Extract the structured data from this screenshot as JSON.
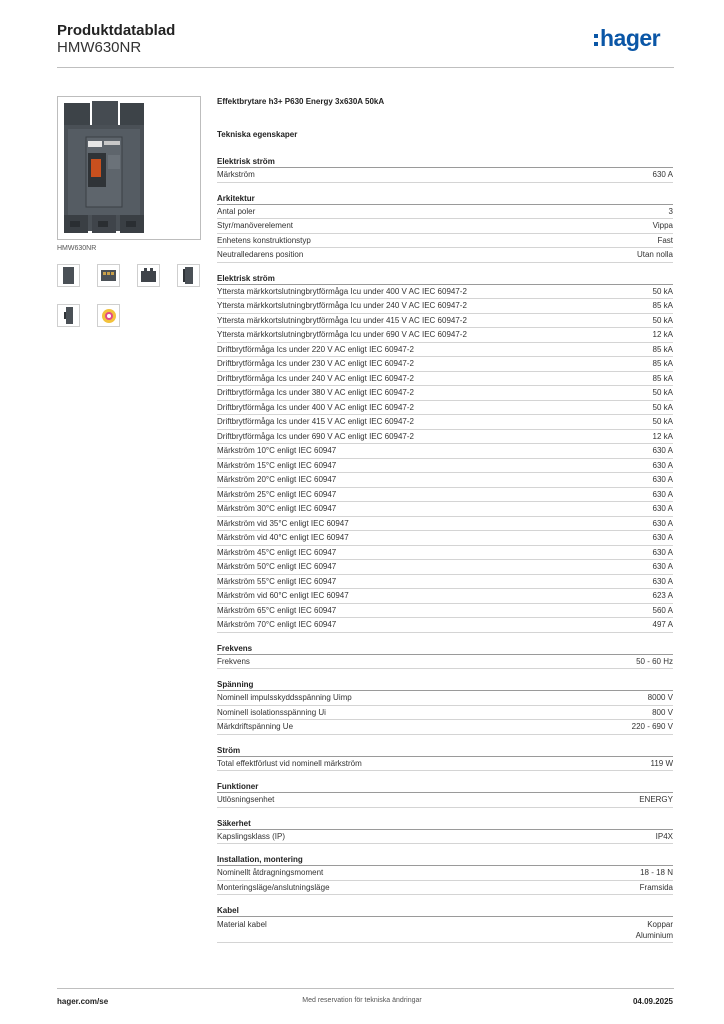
{
  "header": {
    "doc_type": "Produktdatablad",
    "product_code": "HMW630NR",
    "logo_text": "hager"
  },
  "image": {
    "caption": "HMW630NR",
    "thumbnails": [
      "front-view-icon",
      "terminal-view-icon",
      "rear-view-icon",
      "side-view-icon",
      "side-profile-icon",
      "energy-label-icon"
    ]
  },
  "product": {
    "description": "Effektbrytare h3+ P630 Energy 3x630A 50kA",
    "specs_title": "Tekniska egenskaper"
  },
  "sections": [
    {
      "title": "Elektrisk ström",
      "rows": [
        {
          "label": "Märkström",
          "value": "630 A"
        }
      ]
    },
    {
      "title": "Arkitektur",
      "rows": [
        {
          "label": "Antal poler",
          "value": "3"
        },
        {
          "label": "Styr/manöverelement",
          "value": "Vippa"
        },
        {
          "label": "Enhetens konstruktionstyp",
          "value": "Fast"
        },
        {
          "label": "Neutralledarens position",
          "value": "Utan nolla"
        }
      ]
    },
    {
      "title": "Elektrisk ström",
      "rows": [
        {
          "label": "Yttersta märkkortslutningbrytförmåga Icu under 400 V AC IEC 60947-2",
          "value": "50 kA"
        },
        {
          "label": "Yttersta märkkortslutningbrytförmåga Icu under 240 V AC IEC 60947-2",
          "value": "85 kA"
        },
        {
          "label": "Yttersta märkkortslutningbrytförmåga Icu under 415 V AC IEC 60947-2",
          "value": "50 kA"
        },
        {
          "label": "Yttersta märkkortslutningbrytförmåga Icu under 690 V AC IEC 60947-2",
          "value": "12 kA"
        },
        {
          "label": "Driftbrytförmåga Ics under 220 V AC enligt IEC 60947-2",
          "value": "85 kA"
        },
        {
          "label": "Driftbrytförmåga Ics under 230 V AC enligt IEC 60947-2",
          "value": "85 kA"
        },
        {
          "label": "Driftbrytförmåga Ics under 240 V AC enligt IEC 60947-2",
          "value": "85 kA"
        },
        {
          "label": "Driftbrytförmåga Ics under 380 V AC enligt IEC 60947-2",
          "value": "50 kA"
        },
        {
          "label": "Driftbrytförmåga Ics under 400 V AC enligt IEC 60947-2",
          "value": "50 kA"
        },
        {
          "label": "Driftbrytförmåga Ics under 415 V AC enligt IEC 60947-2",
          "value": "50 kA"
        },
        {
          "label": "Driftbrytförmåga Ics under 690 V AC enligt IEC 60947-2",
          "value": "12 kA"
        },
        {
          "label": "Märkström 10°C enligt IEC 60947",
          "value": "630 A"
        },
        {
          "label": "Märkström 15°C enligt IEC 60947",
          "value": "630 A"
        },
        {
          "label": "Märkström 20°C enligt IEC 60947",
          "value": "630 A"
        },
        {
          "label": "Märkström 25°C enligt IEC 60947",
          "value": "630 A"
        },
        {
          "label": "Märkström 30°C enligt IEC 60947",
          "value": "630 A"
        },
        {
          "label": "Märkström vid 35°C enligt IEC 60947",
          "value": "630 A"
        },
        {
          "label": "Märkström vid 40°C enligt IEC 60947",
          "value": "630 A"
        },
        {
          "label": "Märkström 45°C enligt IEC 60947",
          "value": "630 A"
        },
        {
          "label": "Märkström 50°C enligt IEC 60947",
          "value": "630 A"
        },
        {
          "label": "Märkström 55°C enligt IEC 60947",
          "value": "630 A"
        },
        {
          "label": "Märkström vid 60°C enligt IEC 60947",
          "value": "623 A"
        },
        {
          "label": "Märkström 65°C enligt IEC 60947",
          "value": "560 A"
        },
        {
          "label": "Märkström 70°C enligt IEC 60947",
          "value": "497 A"
        }
      ]
    },
    {
      "title": "Frekvens",
      "rows": [
        {
          "label": "Frekvens",
          "value": "50 - 60 Hz"
        }
      ]
    },
    {
      "title": "Spänning",
      "rows": [
        {
          "label": "Nominell impulsskyddsspänning Uimp",
          "value": "8000 V"
        },
        {
          "label": "Nominell isolationsspänning Ui",
          "value": "800 V"
        },
        {
          "label": "Märkdriftspänning Ue",
          "value": "220 - 690 V"
        }
      ]
    },
    {
      "title": "Ström",
      "rows": [
        {
          "label": "Total effektförlust vid nominell märkström",
          "value": "119 W"
        }
      ]
    },
    {
      "title": "Funktioner",
      "rows": [
        {
          "label": "Utlösningsenhet",
          "value": "ENERGY"
        }
      ]
    },
    {
      "title": "Säkerhet",
      "rows": [
        {
          "label": "Kapslingsklass (IP)",
          "value": "IP4X"
        }
      ]
    },
    {
      "title": "Installation, montering",
      "rows": [
        {
          "label": "Nominellt åtdragningsmoment",
          "value": "18 - 18 N"
        },
        {
          "label": "Monteringsläge/anslutningsläge",
          "value": "Framsida"
        }
      ]
    },
    {
      "title": "Kabel",
      "rows": [
        {
          "label": "Material kabel",
          "value": [
            "Koppar",
            "Aluminium"
          ]
        }
      ]
    }
  ],
  "footer": {
    "website": "hager.com/se",
    "disclaimer": "Med reservation för tekniska ändringar",
    "date": "04.09.2025"
  }
}
